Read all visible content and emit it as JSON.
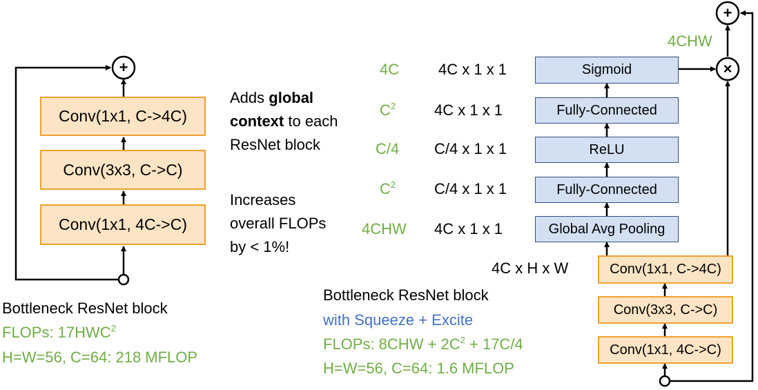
{
  "left_block": {
    "boxes": [
      "Conv(1x1, C->4C)",
      "Conv(3x3, C->C)",
      "Conv(1x1, 4C->C)"
    ],
    "caption": "Bottleneck ResNet block",
    "flops_prefix": "FLOPs: 17HWC",
    "flops_sup": "2",
    "example": "H=W=56, C=64: 218 MFLOP"
  },
  "notes": {
    "adds_1": "Adds ",
    "adds_bold_1": "global",
    "adds_bold_2": "context",
    "adds_2": " to each",
    "adds_3": "ResNet block",
    "inc_1": "Increases",
    "inc_2": "overall FLOPs",
    "inc_3": "by < 1%!"
  },
  "se_block": {
    "layers": [
      {
        "label": "Sigmoid",
        "flops": "4C",
        "flops_sup": "",
        "shape": "4C x 1 x 1"
      },
      {
        "label": "Fully-Connected",
        "flops": "C",
        "flops_sup": "2",
        "shape": "4C x 1 x 1"
      },
      {
        "label": "ReLU",
        "flops": "C/4",
        "flops_sup": "",
        "shape": "C/4 x 1 x 1"
      },
      {
        "label": "Fully-Connected",
        "flops": "C",
        "flops_sup": "2",
        "shape": "C/4 x 1 x 1"
      },
      {
        "label": "Global Avg Pooling",
        "flops": "4CHW",
        "flops_sup": "",
        "shape": "4C x 1 x 1"
      }
    ],
    "multiply_flops": "4CHW",
    "input_shape": "4C x H x W"
  },
  "right_block": {
    "boxes": [
      "Conv(1x1, C->4C)",
      "Conv(3x3, C->C)",
      "Conv(1x1, 4C->C)"
    ],
    "caption": "Bottleneck ResNet block",
    "subtitle": "with Squeeze + Excite",
    "flops_prefix": "FLOPs: 8CHW + 2C",
    "flops_sup": "2",
    "flops_suffix": " + 17C/4",
    "example": "H=W=56, C=64: 1.6 MFLOP"
  },
  "symbols": {
    "add": "+",
    "multiply": "×"
  },
  "colors": {
    "orange_fill": "#fce4c4",
    "orange_border": "#f0a030",
    "blue_fill": "#d3e0f2",
    "blue_border": "#2f4f7f",
    "green": "#70ad47",
    "blue_text": "#4472c4"
  }
}
